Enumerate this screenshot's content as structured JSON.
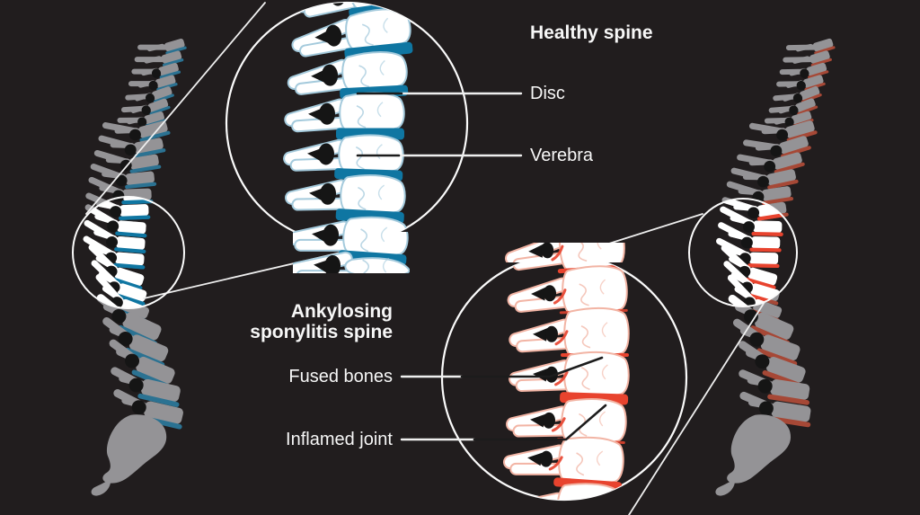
{
  "figure": {
    "title_hint": "Healthy spine vs ankylosing spondylitis spine comparison diagram",
    "background": "#211d1e",
    "healthy_panel": {
      "title": "Healthy spine",
      "callouts": [
        {
          "text": "Disc"
        },
        {
          "text": "Verebra"
        }
      ]
    },
    "as_panel": {
      "title": "Ankylosing sponylitis spine",
      "callouts": [
        {
          "text": "Fused bones"
        },
        {
          "text": "Inflamed joint"
        }
      ]
    },
    "colors": {
      "background": "#211d1e",
      "bone_gray": "#949396",
      "bone_white": "#ffffff",
      "disc_teal_bright": "#0f76a2",
      "disc_teal_muted": "#2b7292",
      "inflamed_red_bright": "#e8432e",
      "inflamed_red_muted": "#a64836",
      "inset_outline_blue": "#a4cadc",
      "inset_outline_salmon": "#f2b4a4",
      "circle_stroke": "#fbfbfb",
      "pointer_light": "#efefef",
      "pointer_dark": "#1c1c1c",
      "gap_black": "#151515",
      "label_text": "#f7f7f7"
    }
  }
}
